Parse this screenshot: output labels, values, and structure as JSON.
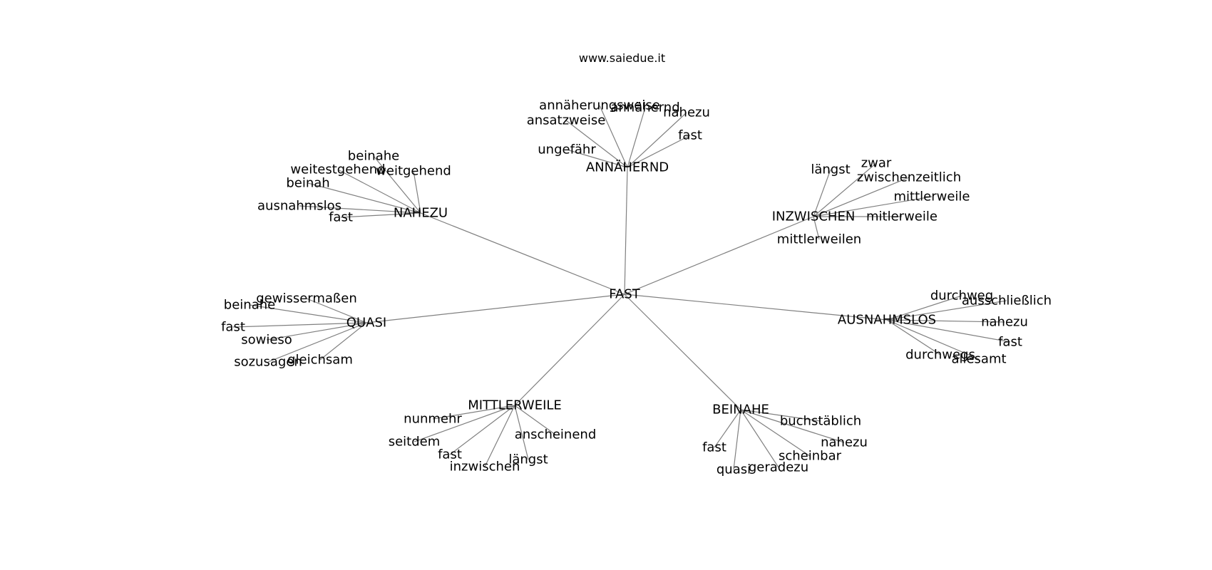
{
  "site": "www.saiedue.it",
  "colors": {
    "edge": "#808080",
    "text": "#000000",
    "background": "#ffffff"
  },
  "root": "FAST",
  "hubs": [
    {
      "id": "ANNÄHERND",
      "leaves": [
        "annäherungsweise",
        "annähernd",
        "nahezu",
        "ansatzweise",
        "fast",
        "ungefähr"
      ]
    },
    {
      "id": "NAHEZU",
      "leaves": [
        "beinahe",
        "weitestgehend",
        "weitgehend",
        "beinah",
        "ausnahmslos",
        "fast"
      ]
    },
    {
      "id": "INZWISCHEN",
      "leaves": [
        "längst",
        "zwar",
        "zwischenzeitlich",
        "mittlerweile",
        "mitlerweile",
        "mittlerweilen"
      ]
    },
    {
      "id": "QUASI",
      "leaves": [
        "gewissermaßen",
        "beinahe",
        "fast",
        "sowieso",
        "sozusagen",
        "gleichsam"
      ]
    },
    {
      "id": "AUSNAHMSLOS",
      "leaves": [
        "durchweg",
        "ausschließlich",
        "nahezu",
        "fast",
        "durchwegs",
        "allesamt"
      ]
    },
    {
      "id": "MITTLERWEILE",
      "leaves": [
        "nunmehr",
        "anscheinend",
        "seitdem",
        "fast",
        "längst",
        "inzwischen"
      ]
    },
    {
      "id": "BEINAHE",
      "leaves": [
        "buchstäblich",
        "nahezu",
        "fast",
        "scheinbar",
        "quasi",
        "geradezu"
      ]
    }
  ]
}
